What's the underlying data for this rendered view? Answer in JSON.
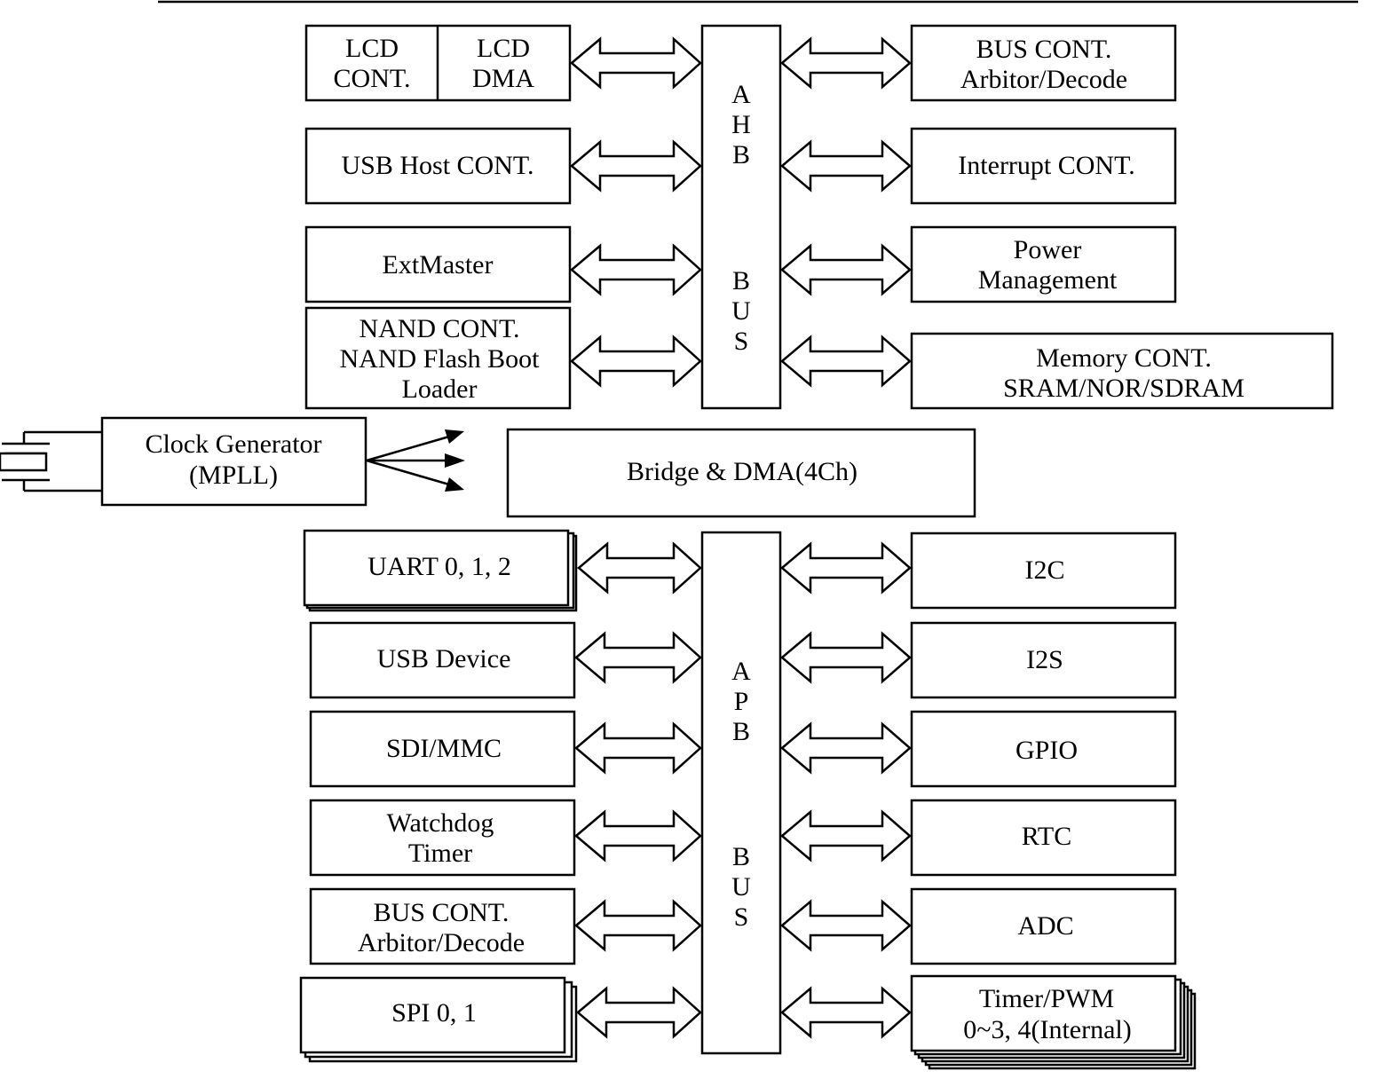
{
  "ahb_bus": {
    "letters": [
      "A",
      "H",
      "B",
      "B",
      "U",
      "S"
    ]
  },
  "apb_bus": {
    "letters": [
      "A",
      "P",
      "B",
      "B",
      "U",
      "S"
    ]
  },
  "lcd_cont": {
    "lines": [
      "LCD",
      "CONT."
    ]
  },
  "lcd_dma": {
    "lines": [
      "LCD",
      "DMA"
    ]
  },
  "usb_host": {
    "lines": [
      "USB Host CONT."
    ]
  },
  "ext_master": {
    "lines": [
      "ExtMaster"
    ]
  },
  "nand_cont": {
    "lines": [
      "NAND CONT.",
      "NAND Flash Boot",
      "Loader"
    ]
  },
  "ahb_bus_cont": {
    "lines": [
      "BUS CONT.",
      "Arbitor/Decode"
    ]
  },
  "interrupt_cont": {
    "lines": [
      "Interrupt CONT."
    ]
  },
  "power_mgmt": {
    "lines": [
      "Power",
      "Management"
    ]
  },
  "memory_cont": {
    "lines": [
      "Memory CONT.",
      "SRAM/NOR/SDRAM"
    ]
  },
  "clock_gen": {
    "lines": [
      "Clock Generator",
      "(MPLL)"
    ]
  },
  "bridge_dma": {
    "lines": [
      "Bridge & DMA(4Ch)"
    ]
  },
  "uart": {
    "lines": [
      "UART 0, 1, 2"
    ]
  },
  "usb_device": {
    "lines": [
      "USB Device"
    ]
  },
  "sdi_mmc": {
    "lines": [
      "SDI/MMC"
    ]
  },
  "watchdog": {
    "lines": [
      "Watchdog",
      "Timer"
    ]
  },
  "apb_bus_cont": {
    "lines": [
      "BUS CONT.",
      "Arbitor/Decode"
    ]
  },
  "spi": {
    "lines": [
      "SPI 0, 1"
    ]
  },
  "i2c": {
    "lines": [
      "I2C"
    ]
  },
  "i2s": {
    "lines": [
      "I2S"
    ]
  },
  "gpio": {
    "lines": [
      "GPIO"
    ]
  },
  "rtc": {
    "lines": [
      "RTC"
    ]
  },
  "adc": {
    "lines": [
      "ADC"
    ]
  },
  "timer_pwm": {
    "lines": [
      "Timer/PWM",
      "0~3, 4(Internal)"
    ]
  }
}
